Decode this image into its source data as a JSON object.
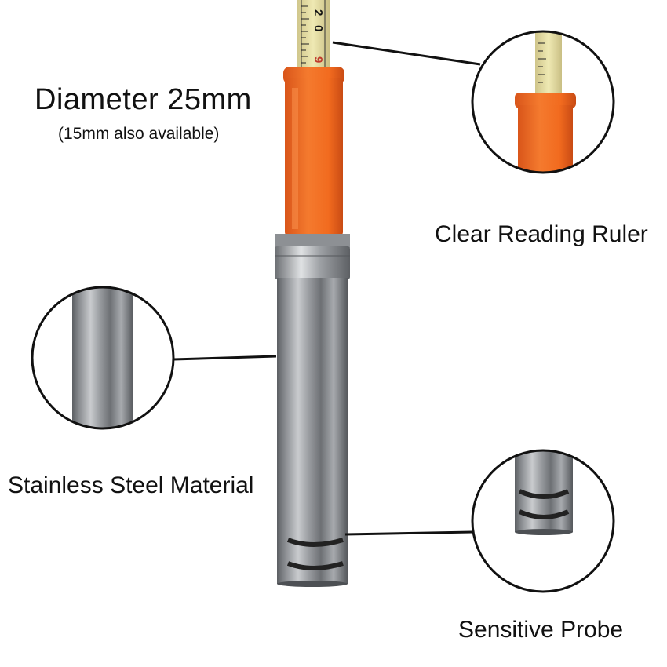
{
  "annotations": {
    "title": "Diameter 25mm",
    "subtitle": "(15mm also available)",
    "ruler": "Clear Reading Ruler",
    "steel": "Stainless Steel Material",
    "probe": "Sensitive Probe"
  },
  "tape_marks": [
    "2",
    "0",
    "9"
  ],
  "colors": {
    "cap_orange": "#f26b1f",
    "tape_yellow": "#e8e1a0",
    "steel_mid": "#9a9ca0",
    "steel_dark": "#55585c",
    "callout_line": "#111111"
  }
}
